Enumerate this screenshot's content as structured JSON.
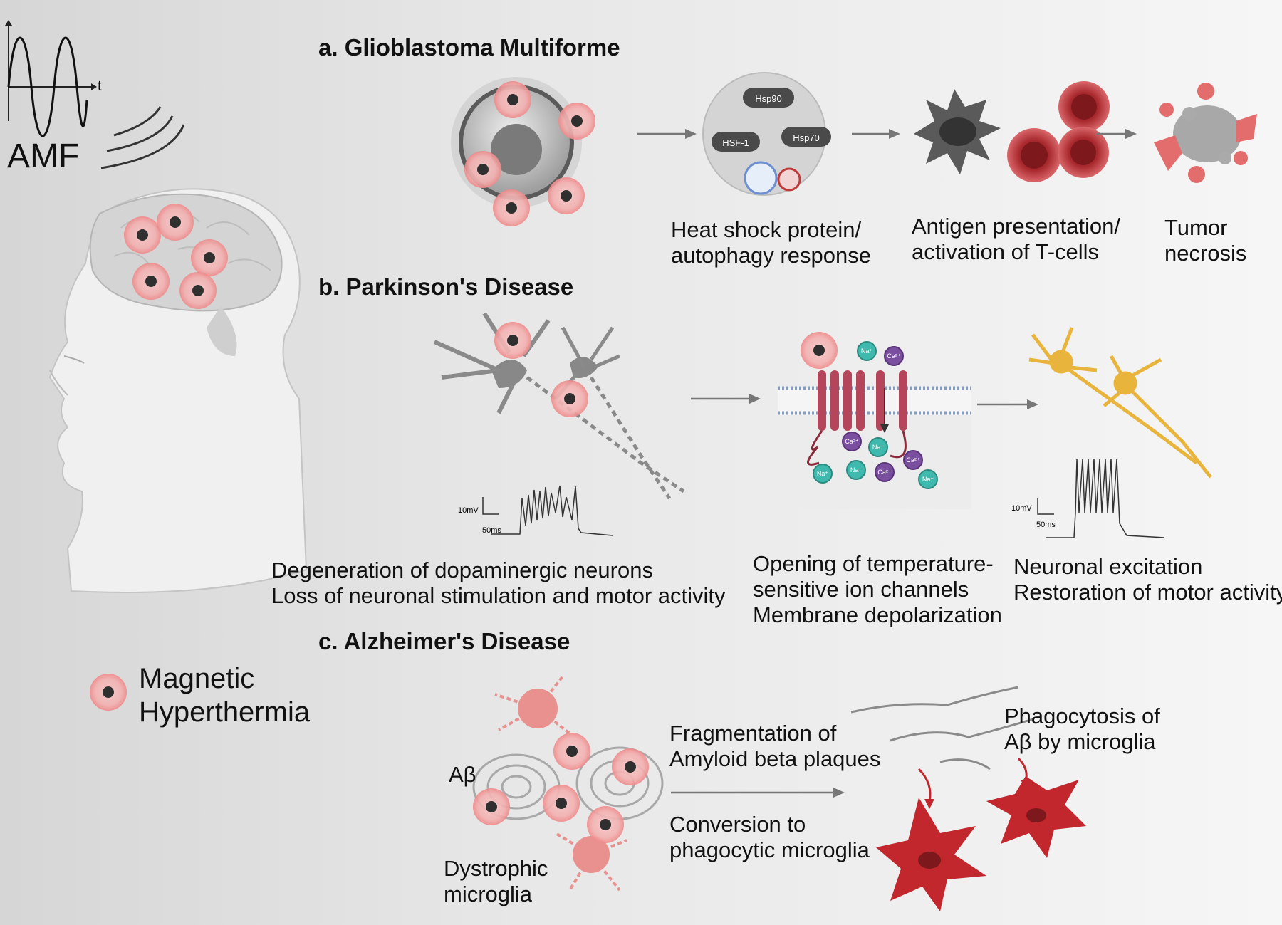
{
  "amf": {
    "label": "AMF",
    "axis_t": "t"
  },
  "legend": {
    "line1": "Magnetic",
    "line2": "Hyperthermia"
  },
  "sections": {
    "a": {
      "title": "a. Glioblastoma Multiforme",
      "proteins": {
        "hsp90": "Hsp90",
        "hsf1": "HSF-1",
        "hsp70": "Hsp70"
      },
      "step1": [
        "Heat shock protein/",
        "autophagy response"
      ],
      "step2": [
        "Antigen presentation/",
        "activation of T-cells"
      ],
      "step3": [
        "Tumor",
        "necrosis"
      ]
    },
    "b": {
      "title": "b. Parkinson's Disease",
      "trace_left": {
        "v": "10mV",
        "t": "50ms"
      },
      "trace_right": {
        "v": "10mV",
        "t": "50ms"
      },
      "ions": {
        "na": "Na⁺",
        "ca": "Ca²⁺"
      },
      "step1": [
        "Degeneration of dopaminergic neurons",
        "Loss of neuronal stimulation and motor activity"
      ],
      "step2": [
        "Opening of temperature-",
        "sensitive ion channels",
        "Membrane depolarization"
      ],
      "step3": [
        "Neuronal excitation",
        "Restoration of motor activity"
      ]
    },
    "c": {
      "title": "c. Alzheimer's Disease",
      "abeta": "Aβ",
      "dystrophic": [
        "Dystrophic",
        "microglia"
      ],
      "step1": [
        "Fragmentation of",
        "Amyloid beta plaques"
      ],
      "step2": [
        "Conversion to",
        "phagocytic microglia"
      ],
      "step3": [
        "Phagocytosis of",
        "Aβ by microglia"
      ]
    }
  },
  "colors": {
    "particle_halo": "#f2a0a0",
    "particle_core": "#333333",
    "microglia_red": "#c1272d",
    "ion_na": "#3fb9ad",
    "ion_ca": "#7b4fa0",
    "neuron_yellow": "#e8b43c",
    "channel": "#b5455a"
  }
}
